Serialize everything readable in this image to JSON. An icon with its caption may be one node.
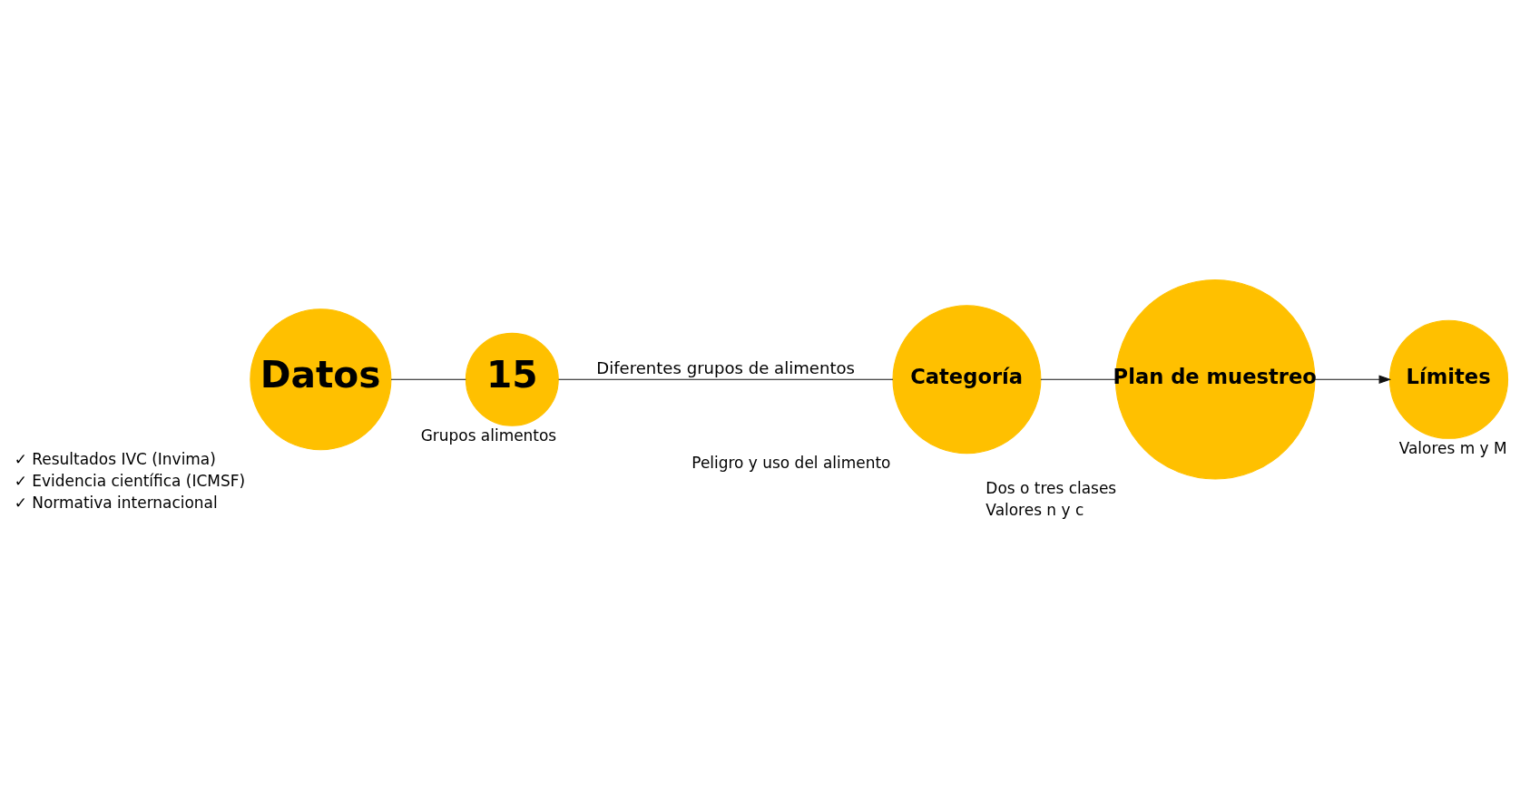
{
  "diagram": {
    "nodes": [
      {
        "text": [
          "Datos"
        ],
        "beside": [
          "✓ Resultados IVC (Invima)",
          "✓ Evidencia científica (ICMSF)",
          "✓ Normativa internacional"
        ]
      },
      {
        "text": [
          "15"
        ],
        "beside": [
          "Grupos alimentos"
        ]
      },
      {
        "text": [
          "Categoría"
        ],
        "beside": [
          "Peligro y uso del alimento"
        ]
      },
      {
        "text": [
          "Plan de muestreo"
        ],
        "beside": [
          "Dos o tres clases",
          "Valores n y c"
        ]
      },
      {
        "text": [
          "Límites"
        ],
        "beside": [
          "Valores m y M"
        ]
      }
    ],
    "edges": [
      {
        "from": 0,
        "to": 1,
        "arrow": "none"
      },
      {
        "from": 1,
        "to": 2,
        "arrow": "none",
        "label": "Diferentes grupos de alimentos"
      },
      {
        "from": 2,
        "to": 3,
        "arrow": "none"
      },
      {
        "from": 3,
        "to": 4,
        "arrow": "to"
      }
    ]
  }
}
